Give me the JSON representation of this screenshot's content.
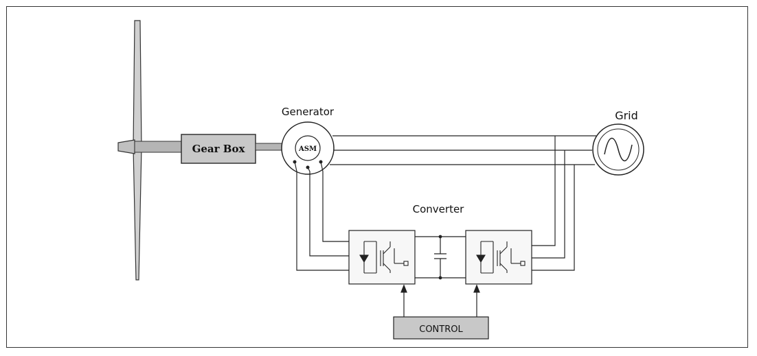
{
  "diagram": {
    "labels": {
      "gear_box": "Gear Box",
      "generator": "Generator",
      "asm": "ASM",
      "grid": "Grid",
      "converter": "Converter",
      "control": "CONTROL"
    },
    "colors": {
      "box_fill": "#c8c8c8",
      "shaft_fill": "#b5b5b5",
      "line": "#222222",
      "panel_fill": "#f7f7f7"
    }
  }
}
